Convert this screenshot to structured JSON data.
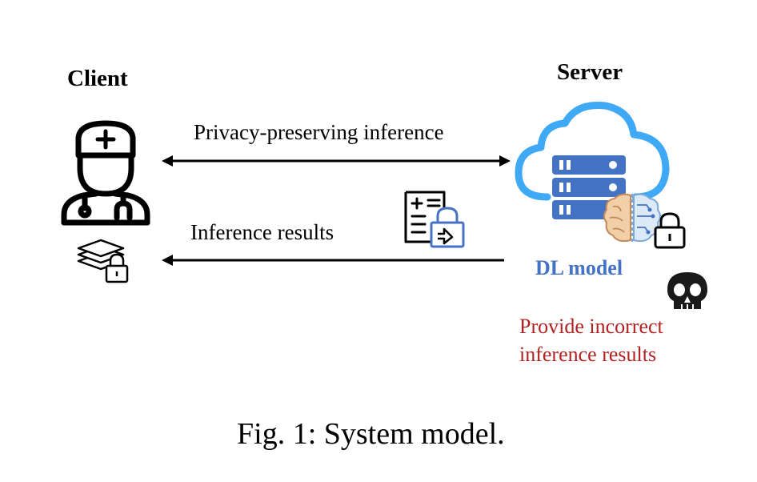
{
  "client": {
    "title": "Client"
  },
  "server": {
    "title": "Server",
    "model_label": "DL model"
  },
  "arrows": {
    "top_label": "Privacy-preserving inference",
    "bottom_label": "Inference results"
  },
  "attack": {
    "line1": "Provide incorrect",
    "line2": "inference results"
  },
  "caption": "Fig. 1: System model.",
  "colors": {
    "cloud": "#3FA9F5",
    "server": "#4472C4",
    "brain": "#E8B98C",
    "circuit": "#7BA7D9",
    "attack_text": "#B22222",
    "model_text": "#4472C4"
  }
}
